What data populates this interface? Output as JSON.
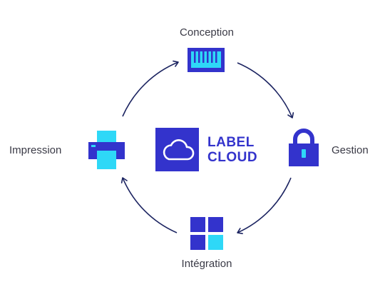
{
  "brand": {
    "line1": "LABEL",
    "line2": "CLOUD",
    "icon": "cloud-icon"
  },
  "cycle": {
    "conception": {
      "label": "Conception",
      "icon": "barcode-icon"
    },
    "gestion": {
      "label": "Gestion",
      "icon": "padlock-icon"
    },
    "integration": {
      "label": "Intégration",
      "icon": "windows-grid-icon"
    },
    "impression": {
      "label": "Impression",
      "icon": "printer-icon"
    }
  },
  "colors": {
    "brand_blue": "#3333cc",
    "accent_cyan": "#2ed8f7",
    "arrow_navy": "#1c2461",
    "label_gray": "#3a3a46"
  }
}
